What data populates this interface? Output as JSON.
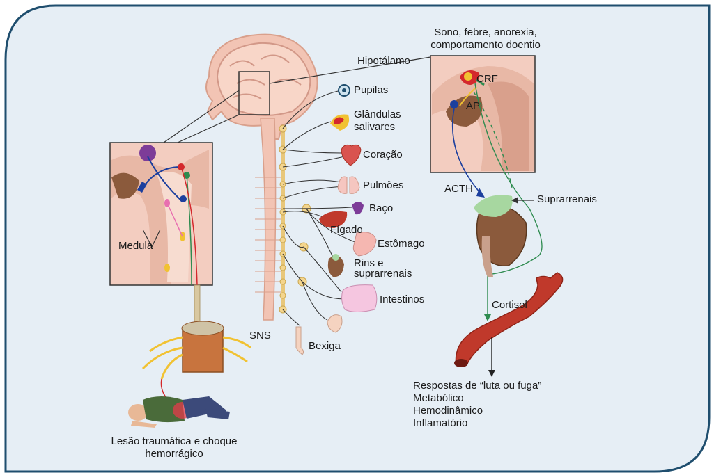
{
  "labels": {
    "sono": "Sono, febre, anorexia,",
    "sono2": "comportamento doentio",
    "hipotalamo": "Hipotálamo",
    "crf": "CRF",
    "ap": "AP",
    "acth": "ACTH",
    "suprarrenais": "Suprarrenais",
    "cortisol": "Cortisol",
    "medula": "Medula",
    "sns": "SNS",
    "lesao1": "Lesão traumática e choque",
    "lesao2": "hemorrágico",
    "respostas": [
      "Respostas de “luta ou fuga”",
      "Metabólico",
      "Hemodinâmico",
      "Inflamatório"
    ]
  },
  "organs": {
    "pupilas": "Pupilas",
    "glandulas1": "Glândulas",
    "glandulas2": "salivares",
    "coracao": "Coração",
    "pulmoes": "Pulmões",
    "baco": "Baço",
    "figado": "Fígado",
    "estomago": "Estômago",
    "rins1": "Rins e",
    "rins2": "suprarrenais",
    "intestinos": "Intestinos",
    "bexiga": "Bexiga"
  },
  "colors": {
    "panel_bg": "#e6eef5",
    "panel_border": "#1f4e6e",
    "tissue": "#f2c4b4",
    "tissue_dark": "#d9a08c",
    "brainstem": "#8b5a3c",
    "blue_nerve": "#1c3f9e",
    "green_nerve": "#2e8b4f",
    "red_nerve": "#d4282c",
    "ganglion": "#f4d58d",
    "vessel": "#c0392b"
  }
}
